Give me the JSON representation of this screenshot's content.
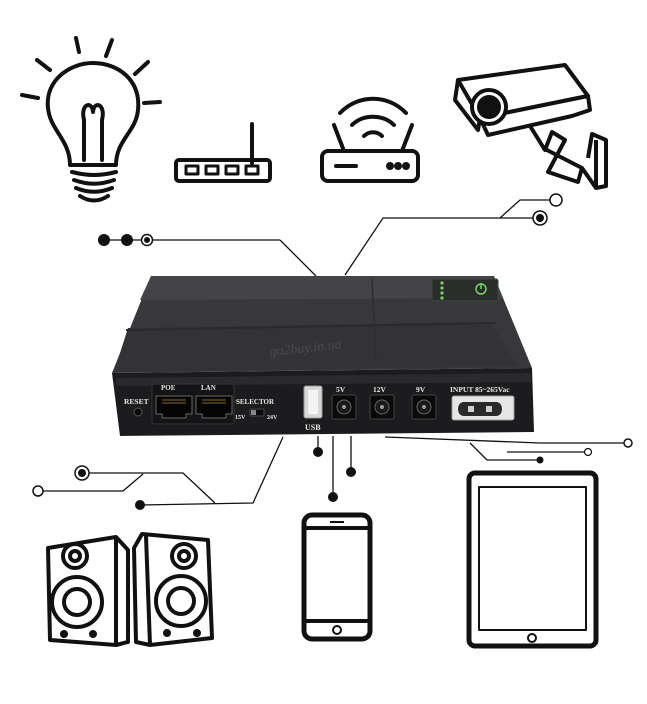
{
  "device": {
    "ports": {
      "reset": "RESET",
      "poe": "POE",
      "lan": "LAN",
      "selector": "SELECTOR",
      "selector_15v": "15V",
      "selector_24v": "24V",
      "usb": "USB",
      "dc_5v": "5V",
      "dc_12v": "12V",
      "dc_9v": "9V",
      "input": "INPUT 85~265Vac"
    },
    "watermark": "go2buy.in.ua",
    "status_leds": 4
  },
  "connected_devices": [
    "light-bulb",
    "router-4-port",
    "wifi-router",
    "security-camera",
    "speakers",
    "smartphone",
    "tablet"
  ],
  "colors": {
    "line": "#111111",
    "device_body": "#3a3a3c",
    "device_panel": "#1c1c1e",
    "label": "#e8e8e8"
  }
}
